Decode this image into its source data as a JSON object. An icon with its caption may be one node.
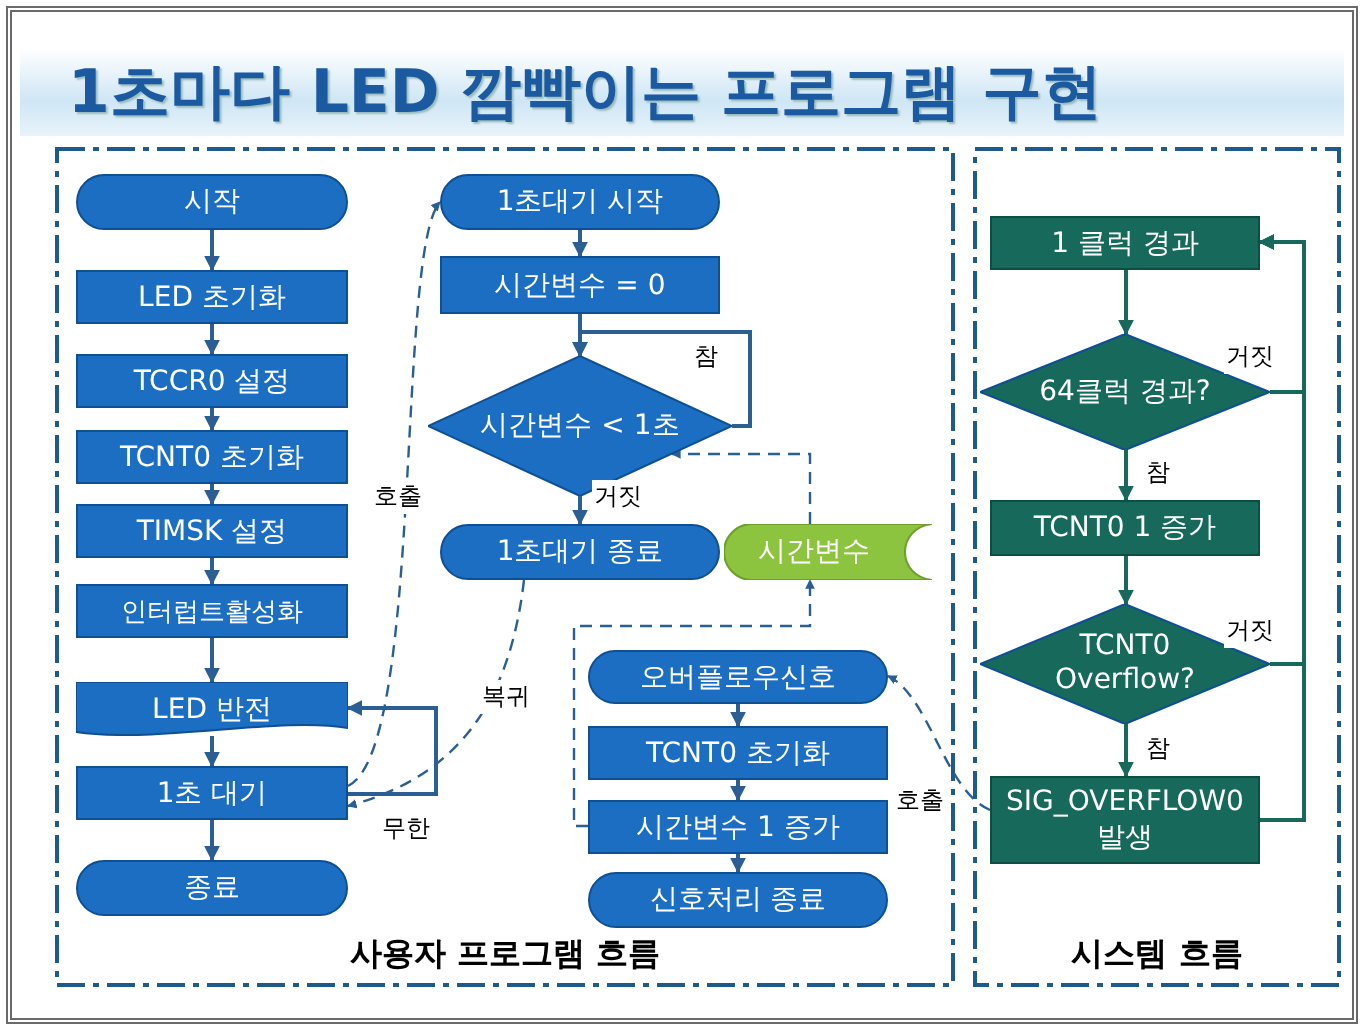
{
  "diagram": {
    "title": "1초마다 LED 깜빡이는 프로그램 구현",
    "nodes": [
      {
        "text": [
          "사용자 프로그램 흐름"
        ]
      },
      {
        "text": [
          "시스템 흐름"
        ]
      },
      {
        "text": [
          "시작"
        ],
        "in": 0
      },
      {
        "text": [
          "LED 초기화"
        ],
        "in": 0
      },
      {
        "text": [
          "TCCR0 설정"
        ],
        "in": 0
      },
      {
        "text": [
          "TCNT0 초기화"
        ],
        "in": 0
      },
      {
        "text": [
          "TIMSK 설정"
        ],
        "in": 0
      },
      {
        "text": [
          "인터럽트활성화"
        ],
        "in": 0
      },
      {
        "text": [
          "LED 반전"
        ],
        "in": 0
      },
      {
        "text": [
          "1초 대기"
        ],
        "in": 0
      },
      {
        "text": [
          "종료"
        ],
        "in": 0
      },
      {
        "text": [
          "1초대기 시작"
        ],
        "in": 0
      },
      {
        "text": [
          "시간변수 = 0"
        ],
        "in": 0
      },
      {
        "text": [
          "시간변수 < 1초"
        ],
        "in": 0
      },
      {
        "text": [
          "1초대기 종료"
        ],
        "in": 0
      },
      {
        "text": [
          "시간변수"
        ],
        "in": 0
      },
      {
        "text": [
          "오버플로우신호"
        ],
        "in": 0
      },
      {
        "text": [
          "TCNT0 초기화"
        ],
        "in": 0
      },
      {
        "text": [
          "시간변수 1 증가"
        ],
        "in": 0
      },
      {
        "text": [
          "신호처리 종료"
        ],
        "in": 0
      },
      {
        "text": [
          "1 클럭 경과"
        ],
        "in": 1
      },
      {
        "text": [
          "64클럭 경과?"
        ],
        "in": 1
      },
      {
        "text": [
          "TCNT0 1 증가"
        ],
        "in": 1
      },
      {
        "text": [
          "TCNT0 Overflow?"
        ],
        "in": 1
      },
      {
        "text": [
          "SIG_OVERFLOW0 발생"
        ],
        "in": 1
      }
    ],
    "edges": [
      {
        "from": 2,
        "to": 3,
        "arrow": "to"
      },
      {
        "from": 3,
        "to": 4,
        "arrow": "to"
      },
      {
        "from": 4,
        "to": 5,
        "arrow": "to"
      },
      {
        "from": 5,
        "to": 6,
        "arrow": "to"
      },
      {
        "from": 6,
        "to": 7,
        "arrow": "to"
      },
      {
        "from": 7,
        "to": 8,
        "arrow": "to"
      },
      {
        "from": 8,
        "to": 9,
        "arrow": "to"
      },
      {
        "from": 9,
        "to": 10,
        "arrow": "to"
      },
      {
        "from": 9,
        "to": 8,
        "arrow": "to",
        "label": "무한"
      },
      {
        "from": 9,
        "to": 11,
        "arrow": "to",
        "label": "호출",
        "style": "dashed"
      },
      {
        "from": 14,
        "to": 9,
        "arrow": "to",
        "label": "복귀",
        "style": "dashed"
      },
      {
        "from": 11,
        "to": 12,
        "arrow": "to"
      },
      {
        "from": 12,
        "to": 13,
        "arrow": "to"
      },
      {
        "from": 13,
        "to": 13,
        "arrow": "to",
        "label": "참"
      },
      {
        "from": 13,
        "to": 14,
        "arrow": "to",
        "label": "거짓"
      },
      {
        "from": 15,
        "to": 13,
        "arrow": "to",
        "style": "dashed"
      },
      {
        "from": 18,
        "to": 15,
        "arrow": "to",
        "style": "dashed"
      },
      {
        "from": 16,
        "to": 17,
        "arrow": "to"
      },
      {
        "from": 17,
        "to": 18,
        "arrow": "to"
      },
      {
        "from": 18,
        "to": 19,
        "arrow": "to"
      },
      {
        "from": 24,
        "to": 16,
        "arrow": "to",
        "label": "호출",
        "style": "dashed"
      },
      {
        "from": 20,
        "to": 21,
        "arrow": "to",
        "color": "#17695b"
      },
      {
        "from": 21,
        "to": 22,
        "arrow": "to",
        "label": "참",
        "color": "#17695b"
      },
      {
        "from": 22,
        "to": 23,
        "arrow": "to",
        "color": "#17695b"
      },
      {
        "from": 23,
        "to": 24,
        "arrow": "to",
        "label": "참",
        "color": "#17695b"
      },
      {
        "from": 21,
        "to": 20,
        "arrow": "to",
        "label": "거짓",
        "color": "#17695b"
      },
      {
        "from": 23,
        "to": 20,
        "arrow": "to",
        "label": "거짓",
        "color": "#17695b"
      },
      {
        "from": 24,
        "to": 20,
        "arrow": "to",
        "color": "#17695b"
      }
    ]
  }
}
